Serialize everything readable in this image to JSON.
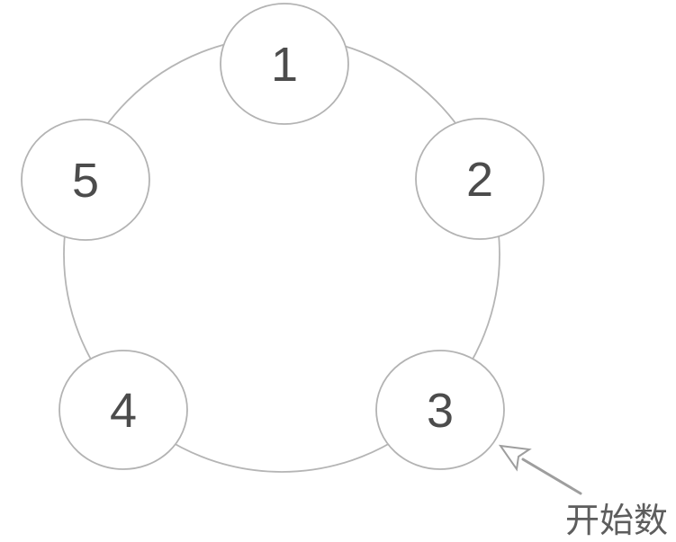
{
  "diagram": {
    "type": "counting-circle",
    "node_count": 5
  },
  "nodes": [
    {
      "label": "1"
    },
    {
      "label": "2"
    },
    {
      "label": "3"
    },
    {
      "label": "4"
    },
    {
      "label": "5"
    }
  ],
  "annotation": {
    "label": "开始数",
    "target_node": "3"
  },
  "colors": {
    "background": "#ffffff",
    "ring_stroke": "#b5b5b5",
    "node_stroke": "#b3b3b3",
    "node_fill": "#ffffff",
    "number_text": "#4c4c4c",
    "arrow": "#9e9e9e",
    "annotation_text": "#5d5d5d"
  }
}
